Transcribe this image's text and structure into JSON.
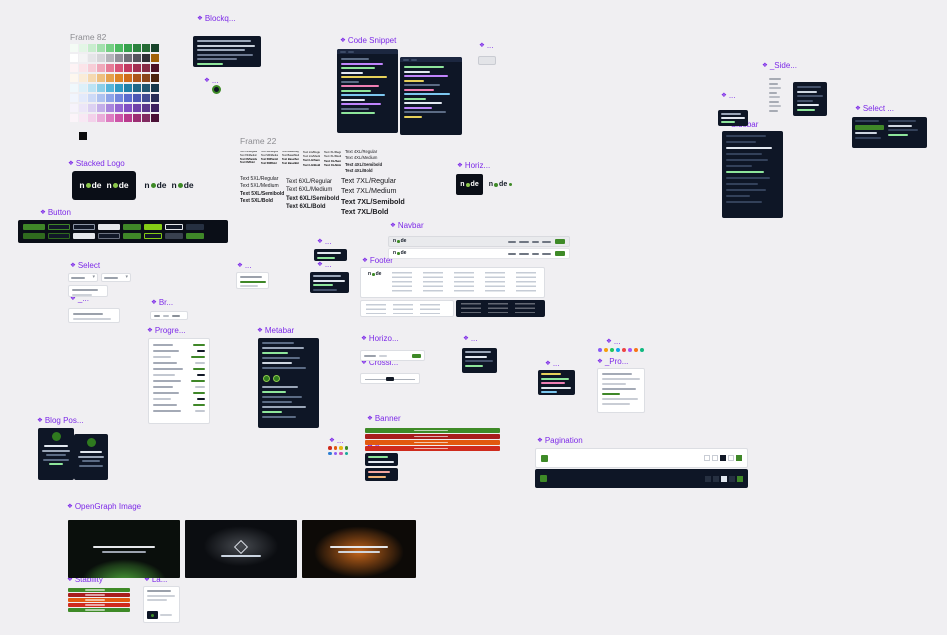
{
  "icons": {
    "component": "❖",
    "chevron": "▾"
  },
  "labels": {
    "frame82": "Frame 82",
    "frame22": "Frame 22",
    "blockquote": "Blockq...",
    "blockquote_dots": "...",
    "code_snippet": "Code Snippet",
    "chip_dots": "...",
    "side_partial": "_Side...",
    "side_dots": "...",
    "select_dark": "Select ...",
    "sidebar": "Sidebar",
    "stacked_logo": "Stacked Logo",
    "horiz_logo": "Horiz...",
    "button": "Button",
    "navbar": "Navbar",
    "select_light": "Select",
    "footer": "Footer",
    "mini1": "...",
    "mini2": "...",
    "mini3": "...",
    "underscore": "_...",
    "breadcrumb": "Br...",
    "progress": "Progre...",
    "metabar": "Metabar",
    "horizontal_metabar": "Horizo...",
    "crossline": "Crossl...",
    "mini4": "...",
    "mini5": "...",
    "dots_row": "...",
    "project": "_Pro...",
    "blog_post": "Blog Pos...",
    "banner": "Banner",
    "b_partial": "B...",
    "pagination": "Pagination",
    "opengraph": "OpenGraph Image",
    "stability": "Stability",
    "label_card": "La...",
    "dots_grid": "..."
  },
  "logo": {
    "n": "n",
    "de": "de"
  },
  "palette": {
    "rows": [
      [
        "#f4fbf5",
        "#e3f6e6",
        "#c8edce",
        "#a3e0ad",
        "#74cf83",
        "#4bba60",
        "#35a04c",
        "#2b823f",
        "#266b36",
        "#17432a"
      ],
      [
        "#ffffff",
        "#f4f4f5",
        "#e5e5e8",
        "#d5d5d9",
        "#b4b4ba",
        "#909098",
        "#6f6f77",
        "#54545c",
        "#2f2f35",
        "#a16207"
      ],
      [
        "#fdf3f5",
        "#fbe4e9",
        "#f7cdd7",
        "#f0a8ba",
        "#e67b97",
        "#d85479",
        "#c23a61",
        "#a22e50",
        "#872b45",
        "#4c1225"
      ],
      [
        "#fdf7ef",
        "#faecd8",
        "#f5d9b0",
        "#eec080",
        "#e5a14e",
        "#dd8427",
        "#cf6c1c",
        "#ac5419",
        "#8b451a",
        "#4b230c"
      ],
      [
        "#f0f8fc",
        "#ddf0f9",
        "#bce3f4",
        "#8ccfe9",
        "#55b5da",
        "#2f9ac4",
        "#2180a8",
        "#1f6788",
        "#1f5570",
        "#15374a"
      ],
      [
        "#f1f5fd",
        "#e3eafb",
        "#cddaf7",
        "#aec2f0",
        "#8da4e8",
        "#7187dd",
        "#5b6ccd",
        "#4c57b4",
        "#414b92",
        "#272c55"
      ],
      [
        "#f6f3fb",
        "#ece6f8",
        "#dcd1f2",
        "#c3aee9",
        "#a886dd",
        "#9366d2",
        "#8150c3",
        "#6f41a9",
        "#5c378b",
        "#3c215e"
      ],
      [
        "#fbf4f9",
        "#f8e8f4",
        "#f3d1ea",
        "#eaacd9",
        "#dd7cc1",
        "#cd54a8",
        "#b93a8d",
        "#9c2d73",
        "#812a60",
        "#4b1136"
      ]
    ],
    "black": [
      "#0b0b0d"
    ]
  },
  "blockquote": {
    "lines": [
      {
        "w": 54,
        "c": "#9aa6b8"
      },
      {
        "w": 58,
        "c": "#c7cfda"
      },
      {
        "w": 48,
        "c": "#9aa6b8"
      },
      {
        "w": 56,
        "c": "#6b7890"
      },
      {
        "w": 40,
        "c": "#6b7890"
      },
      {
        "w": 26,
        "c": "#8ee59b"
      }
    ]
  },
  "code": {
    "left_lines": [
      {
        "w": 28,
        "c": "#5b6b84"
      },
      {
        "w": 42,
        "c": "#c084fc"
      },
      {
        "w": 34,
        "c": "#8ee59b"
      },
      {
        "w": 22,
        "c": "#e2e8f0"
      },
      {
        "w": 46,
        "c": "#e7d15a"
      },
      {
        "w": 18,
        "c": "#5b6b84"
      },
      {
        "w": 38,
        "c": "#ef7fb4"
      },
      {
        "w": 30,
        "c": "#8ee59b"
      },
      {
        "w": 44,
        "c": "#7cc7ef"
      },
      {
        "w": 24,
        "c": "#e2e8f0"
      },
      {
        "w": 40,
        "c": "#c084fc"
      },
      {
        "w": 28,
        "c": "#5b6b84"
      },
      {
        "w": 34,
        "c": "#8ee59b"
      }
    ],
    "right_lines": [
      {
        "w": 40,
        "c": "#8ee59b"
      },
      {
        "w": 26,
        "c": "#e2e8f0"
      },
      {
        "w": 44,
        "c": "#c084fc"
      },
      {
        "w": 20,
        "c": "#e7d15a"
      },
      {
        "w": 36,
        "c": "#5b6b84"
      },
      {
        "w": 30,
        "c": "#ef7fb4"
      },
      {
        "w": 46,
        "c": "#7cc7ef"
      },
      {
        "w": 22,
        "c": "#8ee59b"
      },
      {
        "w": 38,
        "c": "#e2e8f0"
      },
      {
        "w": 28,
        "c": "#c084fc"
      },
      {
        "w": 42,
        "c": "#5b6b84"
      },
      {
        "w": 18,
        "c": "#e7d15a"
      }
    ]
  },
  "side": {
    "icon_bars": [
      {
        "w": 12,
        "c": "#a7abb4"
      },
      {
        "w": 9,
        "c": "#a7abb4"
      },
      {
        "w": 12,
        "c": "#b9bcc4"
      },
      {
        "w": 8,
        "c": "#a7abb4"
      },
      {
        "w": 11,
        "c": "#b9bcc4"
      },
      {
        "w": 10,
        "c": "#a7abb4"
      },
      {
        "w": 12,
        "c": "#b9bcc4"
      },
      {
        "w": 9,
        "c": "#a7abb4"
      }
    ],
    "panel_rows": [
      {
        "w": 24,
        "c": "#44516a"
      },
      {
        "w": 20,
        "c": "#cdd5e0"
      },
      {
        "w": 26,
        "c": "#44516a"
      },
      {
        "w": 16,
        "c": "#44516a"
      },
      {
        "w": 22,
        "c": "#e2e8f0"
      },
      {
        "w": 18,
        "c": "#8ee59b"
      }
    ],
    "mini_rows": [
      {
        "w": 20,
        "c": "#9aa6b8"
      },
      {
        "w": 24,
        "c": "#e2e8f0"
      },
      {
        "w": 14,
        "c": "#8ee59b"
      }
    ]
  },
  "select_dark": {
    "a": [
      {
        "w": 24,
        "c": "#33415a"
      },
      {
        "w": 29,
        "c": "#3f8728",
        "h": 5
      },
      {
        "w": 22,
        "c": "#cdd5e0"
      },
      {
        "w": 26,
        "c": "#33415a"
      }
    ],
    "b": [
      {
        "w": 28,
        "c": "#33415a"
      },
      {
        "w": 24,
        "c": "#cdd5e0"
      },
      {
        "w": 30,
        "c": "#33415a"
      },
      {
        "w": 20,
        "c": "#8ee59b"
      }
    ]
  },
  "sidebar": {
    "rows": [
      {
        "w": 40,
        "c": "#33415a"
      },
      {
        "w": 30,
        "c": "#33415a"
      },
      {
        "w": 46,
        "c": "#e2e8f0"
      },
      {
        "w": 36,
        "c": "#33415a"
      },
      {
        "w": 42,
        "c": "#33415a"
      },
      {
        "w": 26,
        "c": "#33415a"
      },
      {
        "w": 38,
        "c": "#8ee59b"
      },
      {
        "w": 44,
        "c": "#33415a"
      },
      {
        "w": 32,
        "c": "#33415a"
      },
      {
        "w": 40,
        "c": "#33415a"
      },
      {
        "w": 24,
        "c": "#33415a"
      },
      {
        "w": 36,
        "c": "#33415a"
      }
    ]
  },
  "typography": {
    "small_cols": [
      {
        "lines": [
          {
            "t": "Text XS/Regular",
            "fs": 2.4,
            "fw": 400
          },
          {
            "t": "Text XS/Medium",
            "fs": 2.4,
            "fw": 500
          },
          {
            "t": "Text XS/Semibold",
            "fs": 2.4,
            "fw": 600
          },
          {
            "t": "Text XS/Bold",
            "fs": 2.4,
            "fw": 700
          }
        ]
      },
      {
        "lines": [
          {
            "t": "Text SM/Regular",
            "fs": 2.5,
            "fw": 400
          },
          {
            "t": "Text SM/Medium",
            "fs": 2.5,
            "fw": 500
          },
          {
            "t": "Text SM/Semibold",
            "fs": 2.5,
            "fw": 600
          },
          {
            "t": "Text SM/Bold",
            "fs": 2.5,
            "fw": 700
          }
        ]
      },
      {
        "lines": [
          {
            "t": "Text Base/Regular",
            "fs": 2.6,
            "fw": 400
          },
          {
            "t": "Text Base/Medium",
            "fs": 2.6,
            "fw": 500
          },
          {
            "t": "Text Base/Semibold",
            "fs": 2.6,
            "fw": 600
          },
          {
            "t": "Text Base/Bold",
            "fs": 2.6,
            "fw": 700
          }
        ]
      },
      {
        "lines": [
          {
            "t": "Text LG/Regular",
            "fs": 2.8,
            "fw": 400
          },
          {
            "t": "Text LG/Medium",
            "fs": 2.8,
            "fw": 500
          },
          {
            "t": "Text LG/Semibold",
            "fs": 2.8,
            "fw": 600
          },
          {
            "t": "Text LG/Bold",
            "fs": 2.8,
            "fw": 700
          }
        ]
      },
      {
        "lines": [
          {
            "t": "Text XL/Regular",
            "fs": 3,
            "fw": 400
          },
          {
            "t": "Text XL/Medium",
            "fs": 3,
            "fw": 500
          },
          {
            "t": "Text XL/Semibold",
            "fs": 3,
            "fw": 600
          },
          {
            "t": "Text XL/Bold",
            "fs": 3,
            "fw": 700
          }
        ]
      }
    ],
    "col_4xl": [
      {
        "t": "Text 4XL/Regular",
        "fs": 4.2,
        "fw": 400
      },
      {
        "t": "Text 4XL/Medium",
        "fs": 4.2,
        "fw": 500
      },
      {
        "t": "Text 4XL/Semibold",
        "fs": 4.2,
        "fw": 600
      },
      {
        "t": "Text 4XL/Bold",
        "fs": 4.2,
        "fw": 700
      }
    ],
    "col_5xl": [
      {
        "t": "Text 5XL/Regular",
        "fs": 5,
        "fw": 400
      },
      {
        "t": "Text 5XL/Medium",
        "fs": 5,
        "fw": 500
      },
      {
        "t": "Text 5XL/Semibold",
        "fs": 5,
        "fw": 600
      },
      {
        "t": "Text 5XL/Bold",
        "fs": 5,
        "fw": 700
      }
    ],
    "col_6xl": [
      {
        "t": "Text 6XL/Regular",
        "fs": 6,
        "fw": 400
      },
      {
        "t": "Text 6XL/Medium",
        "fs": 6,
        "fw": 500
      },
      {
        "t": "Text 6XL/Semibold",
        "fs": 6,
        "fw": 600
      },
      {
        "t": "Text 6XL/Bold",
        "fs": 6,
        "fw": 700
      }
    ],
    "col_7xl": [
      {
        "t": "Text 7XL/Regular",
        "fs": 7.2,
        "fw": 400
      },
      {
        "t": "Text 7XL/Medium",
        "fs": 7.2,
        "fw": 500
      },
      {
        "t": "Text 7XL/Semibold",
        "fs": 7.2,
        "fw": 600
      },
      {
        "t": "Text 7XL/Bold",
        "fs": 7.2,
        "fw": 700
      }
    ]
  },
  "buttons": {
    "row1": [
      {
        "w": 22,
        "c": "#3f8728"
      },
      {
        "w": 22,
        "c": "#111827",
        "b": "#3f8728"
      },
      {
        "w": 22,
        "c": "#111827",
        "b": "#8b95a5"
      },
      {
        "w": 22,
        "c": "#e5e7eb"
      },
      {
        "w": 18,
        "c": "#3f8728"
      },
      {
        "w": 18,
        "c": "#84cc16"
      },
      {
        "w": 18,
        "c": "#111827",
        "b": "#e5e7eb"
      },
      {
        "w": 18,
        "c": "#263041"
      }
    ],
    "row2": [
      {
        "w": 22,
        "c": "#2f6a1e"
      },
      {
        "w": 22,
        "c": "#111827",
        "b": "#2f6a1e"
      },
      {
        "w": 22,
        "c": "#e5e7eb"
      },
      {
        "w": 22,
        "c": "#111827",
        "b": "#6b7280"
      },
      {
        "w": 18,
        "c": "#3f8728"
      },
      {
        "w": 18,
        "c": "#111827",
        "b": "#84cc16"
      },
      {
        "w": 18,
        "c": "#39414f"
      },
      {
        "w": 18,
        "c": "#3f8728"
      }
    ]
  },
  "navbar": {
    "items": [
      {
        "w": 8,
        "c": "#6f7682"
      },
      {
        "w": 10,
        "c": "#6f7682"
      },
      {
        "w": 7,
        "c": "#6f7682"
      },
      {
        "w": 9,
        "c": "#6f7682"
      }
    ]
  },
  "select_light": {
    "menu_rows": [
      {
        "w": 26,
        "c": "#9ba1ab"
      },
      {
        "w": 20,
        "c": "#cdd1d8"
      }
    ]
  },
  "underscore_panel": {
    "rows": [
      {
        "w": 30,
        "c": "#9ba1ab"
      },
      {
        "w": 38,
        "c": "#cdd1d8"
      }
    ]
  },
  "breadcrumb": {
    "items": [
      {
        "w": 6,
        "c": "#8a9099",
        "h": 2
      },
      {
        "w": 6,
        "c": "#b9bec6",
        "h": 2
      },
      {
        "w": 8,
        "c": "#8a9099",
        "h": 2
      }
    ]
  },
  "progress": {
    "rows": [
      {
        "w": 20,
        "c": "#a4aab6"
      },
      {
        "w": 12,
        "c": "#3f8728",
        "end": true,
        "mt": -6
      },
      {
        "w": 26,
        "c": "#a4aab6"
      },
      {
        "w": 8,
        "c": "#111827",
        "end": true,
        "mt": -6
      },
      {
        "w": 18,
        "c": "#c3c8d1"
      },
      {
        "w": 14,
        "c": "#3f8728",
        "end": true,
        "mt": -6
      },
      {
        "w": 24,
        "c": "#a4aab6"
      },
      {
        "w": 10,
        "c": "#c3c8d1",
        "end": true,
        "mt": -6
      },
      {
        "w": 30,
        "c": "#a4aab6"
      },
      {
        "w": 12,
        "c": "#3f8728",
        "end": true,
        "mt": -6
      },
      {
        "w": 22,
        "c": "#c3c8d1"
      },
      {
        "w": 8,
        "c": "#111827",
        "end": true,
        "mt": -6
      },
      {
        "w": 28,
        "c": "#a4aab6"
      },
      {
        "w": 14,
        "c": "#3f8728",
        "end": true,
        "mt": -6
      },
      {
        "w": 20,
        "c": "#a4aab6"
      },
      {
        "w": 10,
        "c": "#c3c8d1",
        "end": true,
        "mt": -6
      },
      {
        "w": 26,
        "c": "#a4aab6"
      },
      {
        "w": 12,
        "c": "#3f8728",
        "end": true,
        "mt": -6
      },
      {
        "w": 18,
        "c": "#c3c8d1"
      },
      {
        "w": 8,
        "c": "#111827",
        "end": true,
        "mt": -6
      },
      {
        "w": 24,
        "c": "#a4aab6"
      },
      {
        "w": 12,
        "c": "#3f8728",
        "end": true,
        "mt": -6
      },
      {
        "w": 28,
        "c": "#a4aab6"
      },
      {
        "w": 10,
        "c": "#c3c8d1",
        "end": true,
        "mt": -6
      }
    ]
  },
  "metabar": {
    "top": [
      {
        "w": 32,
        "c": "#5b6b84"
      },
      {
        "w": 42,
        "c": "#9aa6b8"
      },
      {
        "w": 26,
        "c": "#8ee59b"
      },
      {
        "w": 38,
        "c": "#5b6b84"
      },
      {
        "w": 30,
        "c": "#cdd5e0"
      },
      {
        "w": 44,
        "c": "#5b6b84"
      }
    ],
    "bottom": [
      {
        "w": 36,
        "c": "#9aa6b8"
      },
      {
        "w": 24,
        "c": "#8ee59b"
      },
      {
        "w": 40,
        "c": "#5b6b84"
      },
      {
        "w": 30,
        "c": "#5b6b84"
      },
      {
        "w": 44,
        "c": "#9aa6b8"
      },
      {
        "w": 20,
        "c": "#8ee59b"
      },
      {
        "w": 34,
        "c": "#5b6b84"
      }
    ]
  },
  "hmetabar": {
    "left_items": [
      {
        "w": 12,
        "c": "#9ba1ab"
      },
      {
        "w": 8,
        "c": "#cdd1d8"
      }
    ]
  },
  "mini_cards": {
    "mini1": [
      {
        "w": 22,
        "c": "#9ba1ab"
      },
      {
        "w": 26,
        "c": "#3f8728"
      },
      {
        "w": 18,
        "c": "#cdd1d8"
      }
    ],
    "mini2": [
      {
        "w": 24,
        "c": "#e2e8f0"
      },
      {
        "w": 18,
        "c": "#8ee59b"
      }
    ],
    "mini3": [
      {
        "w": 28,
        "c": "#9aa6b8"
      },
      {
        "w": 32,
        "c": "#e2e8f0"
      },
      {
        "w": 20,
        "c": "#8ee59b"
      },
      {
        "w": 24,
        "c": "#44516a"
      }
    ],
    "mini4": [
      {
        "w": 26,
        "c": "#9aa6b8"
      },
      {
        "w": 22,
        "c": "#e2e8f0"
      },
      {
        "w": 28,
        "c": "#44516a"
      },
      {
        "w": 18,
        "c": "#8ee59b"
      }
    ],
    "mini5": [
      {
        "w": 20,
        "c": "#e7d15a"
      },
      {
        "w": 28,
        "c": "#8ee59b"
      },
      {
        "w": 24,
        "c": "#ef7fb4"
      },
      {
        "w": 30,
        "c": "#e2e8f0"
      },
      {
        "w": 16,
        "c": "#7cc7ef"
      }
    ]
  },
  "dots_row": {
    "colors": [
      "#8b5cf6",
      "#f59e0b",
      "#22c55e",
      "#0ea5e9",
      "#ef4444",
      "#a855f7",
      "#f97316",
      "#10b981"
    ]
  },
  "dots_grid": {
    "row1": [
      "#cf2b1d",
      "#e2590f",
      "#e7b910",
      "#3e8a27"
    ],
    "row2": [
      "#2b7fd4",
      "#8b5cf6",
      "#d355a8",
      "#18a999"
    ]
  },
  "project": {
    "rows": [
      {
        "w": 30,
        "c": "#a4aab6"
      },
      {
        "w": 38,
        "c": "#c9cdd5"
      },
      {
        "w": 24,
        "c": "#c9cdd5"
      },
      {
        "w": 34,
        "c": "#a4aab6"
      },
      {
        "w": 18,
        "c": "#3f8728"
      },
      {
        "w": 36,
        "c": "#c9cdd5"
      },
      {
        "w": 28,
        "c": "#c9cdd5"
      }
    ]
  },
  "blog": {
    "lines1": [
      {
        "w": 24,
        "c": "#e2e8f0"
      },
      {
        "w": 28,
        "c": "#9aa6b8"
      },
      {
        "w": 20,
        "c": "#5b6b84"
      },
      {
        "w": 26,
        "c": "#5b6b84"
      },
      {
        "w": 14,
        "c": "#8ee59b"
      }
    ],
    "lines2": [
      {
        "w": 22,
        "c": "#e2e8f0"
      },
      {
        "w": 26,
        "c": "#9aa6b8"
      },
      {
        "w": 18,
        "c": "#5b6b84"
      },
      {
        "w": 24,
        "c": "#5b6b84"
      }
    ]
  },
  "banner": {
    "colors": [
      "#3e8a27",
      "#a81d1d",
      "#e2590f",
      "#cf2b1d"
    ]
  },
  "b_cards": {
    "card1": [
      {
        "w": 20,
        "c": "#8ee59b"
      },
      {
        "w": 26,
        "c": "#e2e8f0"
      }
    ],
    "card2": [
      {
        "w": 22,
        "c": "#f3a6a0"
      },
      {
        "w": 18,
        "c": "#f2b377"
      }
    ]
  },
  "pagination": {
    "bar1_squares": [
      {
        "w": 6,
        "h": 6,
        "c": "#ffffff",
        "b": "#c9cdd5"
      },
      {
        "w": 6,
        "h": 6,
        "c": "#ffffff",
        "b": "#c9cdd5"
      },
      {
        "w": 6,
        "h": 6,
        "c": "#111827"
      },
      {
        "w": 6,
        "h": 6,
        "c": "#ffffff",
        "b": "#c9cdd5"
      },
      {
        "w": 6,
        "h": 6,
        "c": "#3f8728"
      }
    ],
    "bar2_squares": [
      {
        "w": 6,
        "h": 6,
        "c": "#263041"
      },
      {
        "w": 6,
        "h": 6,
        "c": "#263041"
      },
      {
        "w": 6,
        "h": 6,
        "c": "#e2e8f0"
      },
      {
        "w": 6,
        "h": 6,
        "c": "#263041"
      },
      {
        "w": 6,
        "h": 6,
        "c": "#3f8728"
      }
    ]
  },
  "stability": {
    "colors": [
      "#3e8a27",
      "#a81d1d",
      "#e2590f",
      "#cf2b1d",
      "#3e8a27"
    ]
  },
  "la_card": {
    "rows": [
      {
        "w": 24,
        "c": "#9ba1ab"
      },
      {
        "w": 28,
        "c": "#cdd1d8"
      },
      {
        "w": 20,
        "c": "#cdd1d8"
      }
    ]
  },
  "accents": {
    "green": "#3e8a27",
    "node_green": "#8cc84b",
    "component_purple": "#7d2ae8"
  }
}
